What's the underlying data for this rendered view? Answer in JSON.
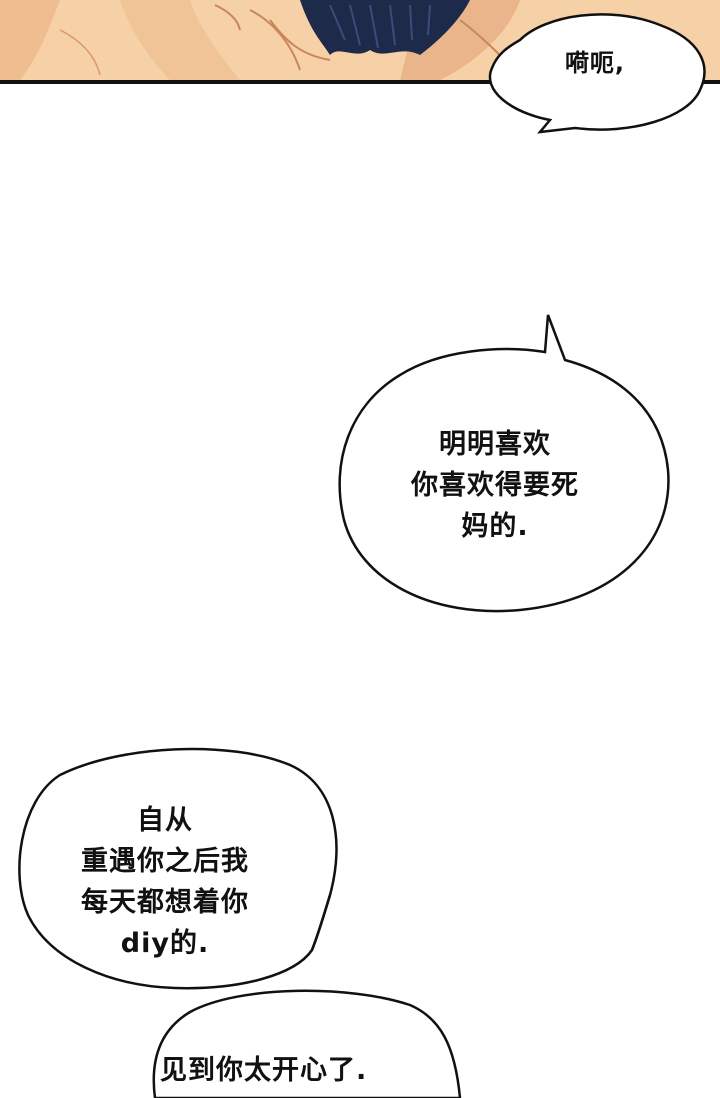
{
  "colors": {
    "background": "#ffffff",
    "skin": "#f6d0a6",
    "skin_shadow": "#e6ad7d",
    "hair": "#1e2a4a",
    "ink": "#111111",
    "panel_border": "#111111"
  },
  "panel": {
    "content": "comic-art-top-panel"
  },
  "bubbles": [
    {
      "lines": "嗬呃,"
    },
    {
      "lines": "明明喜欢\n你喜欢得要死\n妈的."
    },
    {
      "lines": "自从\n重遇你之后我\n每天都想着你\ndiy的."
    },
    {
      "lines": "见到你太开心了."
    }
  ]
}
